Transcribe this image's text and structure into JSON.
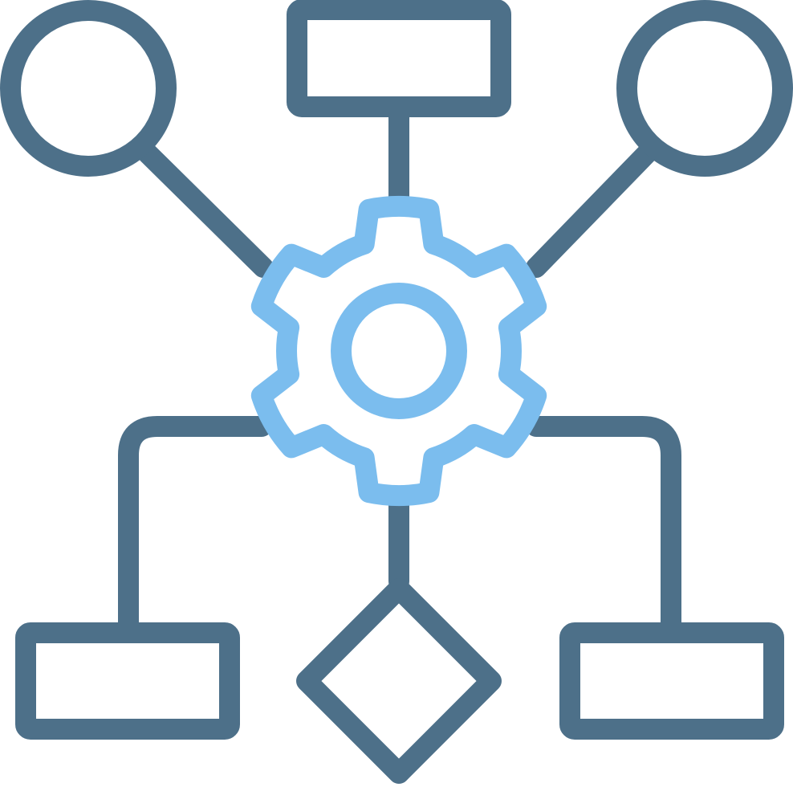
{
  "icon": {
    "name": "workflow-process-gear-icon",
    "colors": {
      "outline": "#4d7089",
      "accent": "#7bbdee",
      "background": "#ffffff"
    },
    "nodes": [
      {
        "id": "circle-top-left",
        "shape": "circle"
      },
      {
        "id": "rectangle-top-center",
        "shape": "rectangle"
      },
      {
        "id": "circle-top-right",
        "shape": "circle"
      },
      {
        "id": "rectangle-bottom-left",
        "shape": "rectangle"
      },
      {
        "id": "diamond-bottom-center",
        "shape": "diamond"
      },
      {
        "id": "rectangle-bottom-right",
        "shape": "rectangle"
      }
    ],
    "center": {
      "id": "gear-hub",
      "shape": "gear",
      "teeth": 6
    }
  }
}
